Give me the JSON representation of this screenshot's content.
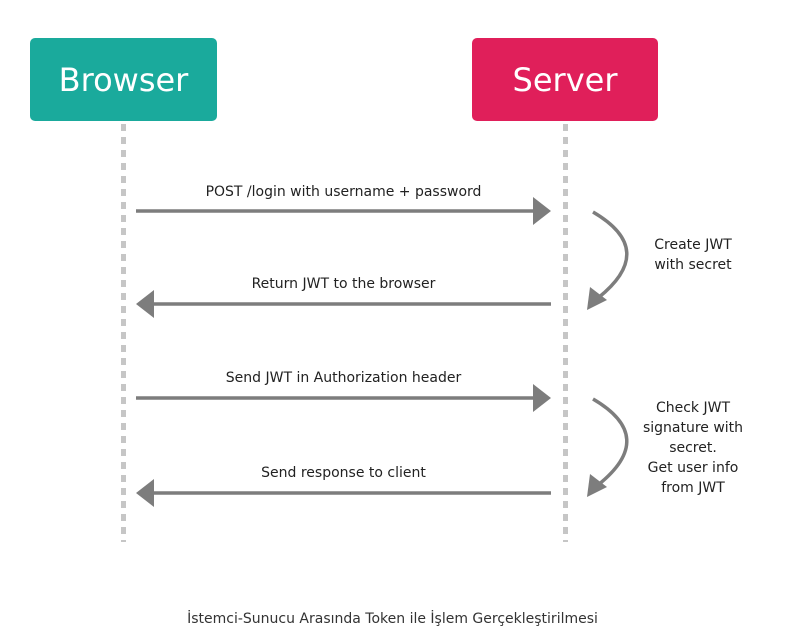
{
  "diagram": {
    "actors": {
      "browser": {
        "label": "Browser",
        "color": "#1aaa9c"
      },
      "server": {
        "label": "Server",
        "color": "#e01f5a"
      }
    },
    "messages": [
      {
        "label": "POST /login with username + password",
        "direction": "browser-to-server"
      },
      {
        "label": "Return JWT to the browser",
        "direction": "server-to-browser"
      },
      {
        "label": "Send JWT in Authorization header",
        "direction": "browser-to-server"
      },
      {
        "label": "Send response to client",
        "direction": "server-to-browser"
      }
    ],
    "notes": [
      {
        "text": "Create JWT\nwith secret"
      },
      {
        "text": "Check JWT\nsignature with\nsecret.\nGet user info\nfrom JWT"
      }
    ],
    "arrow_color": "#7d7d7d",
    "caption": "İstemci-Sunucu Arasında Token ile İşlem Gerçekleştirilmesi"
  }
}
